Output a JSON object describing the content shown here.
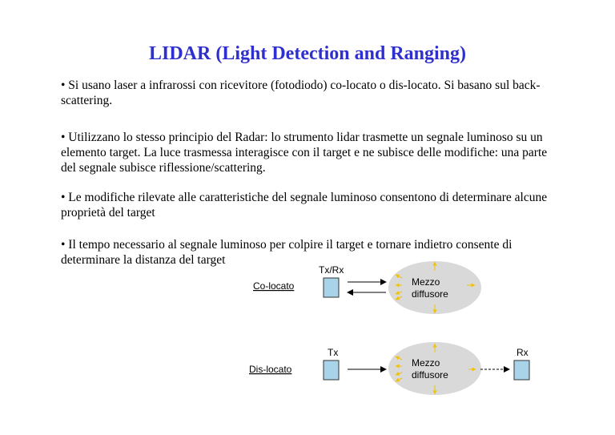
{
  "title": "LIDAR (Light Detection and Ranging)",
  "paragraphs": [
    "• Si usano laser a infrarossi con ricevitore (fotodiodo) co-locato o dis-locato. Si basano sul back-scattering.",
    "• Utilizzano lo stesso principio del Radar: lo strumento lidar trasmette un segnale luminoso su un elemento target. La luce trasmessa interagisce con il target e ne subisce delle modifiche: una parte del segnale subisce riflessione/scattering.",
    "• Le modifiche rilevate alle caratteristiche del segnale luminoso consentono di determinare alcune proprietà del target",
    "• Il tempo necessario al segnale luminoso per colpire il target e tornare indietro consente di determinare la distanza del target"
  ],
  "diagram": {
    "colocated": {
      "label": "Co-locato",
      "device_label": "Tx/Rx",
      "medium_line1": "Mezzo",
      "medium_line2": "diffusore"
    },
    "dislocated": {
      "label": "Dis-locato",
      "tx_label": "Tx",
      "rx_label": "Rx",
      "medium_line1": "Mezzo",
      "medium_line2": "diffusore"
    },
    "colors": {
      "box_fill": "#a9d3e8",
      "box_stroke": "#333333",
      "ellipse_fill": "#d9d9d9",
      "scatter_arrow": "#f2c200"
    }
  }
}
